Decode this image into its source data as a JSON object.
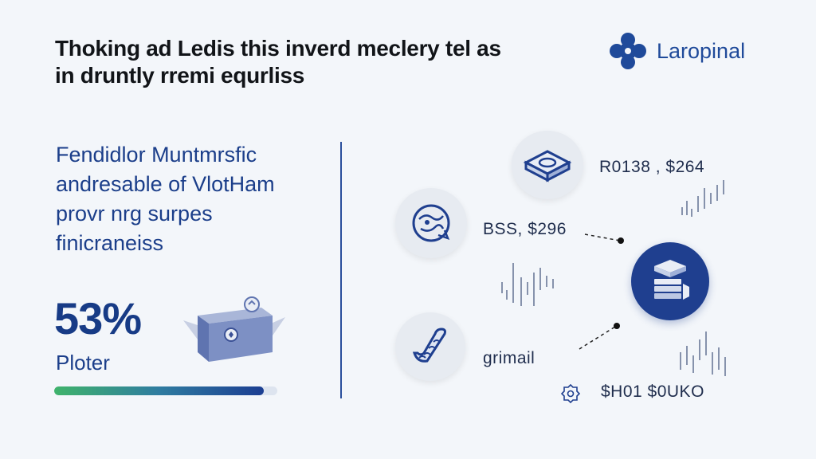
{
  "headline": {
    "line1": "Thoking ad Ledis this inverd meclery tel as",
    "line2": "in druntly rremi equrliss"
  },
  "brand": {
    "name": "Laropinal"
  },
  "left_panel": {
    "subhead_lines": [
      "Fendidlor Muntmrsfic",
      "andresable of VlotHam",
      "provr nrg surpes",
      "finicraneiss"
    ],
    "stat": {
      "value": "53%",
      "label": "Ploter",
      "progress": 0.94
    }
  },
  "nodes": [
    {
      "label": "R0138 , $264",
      "icon": "chip-icon"
    },
    {
      "label": "BSS, $296",
      "icon": "map-icon"
    },
    {
      "label": "grimail",
      "icon": "coil-icon"
    },
    {
      "label": "$H01 $0UKO",
      "icon": "gear-badge-icon"
    }
  ],
  "hub": {
    "icon": "server-stack-icon"
  },
  "colors": {
    "accent": "#1f3f8f",
    "text_blue": "#1b3e8a",
    "progress_start": "#3fb36b",
    "progress_end": "#1c3e92",
    "background": "#f3f6fa"
  }
}
